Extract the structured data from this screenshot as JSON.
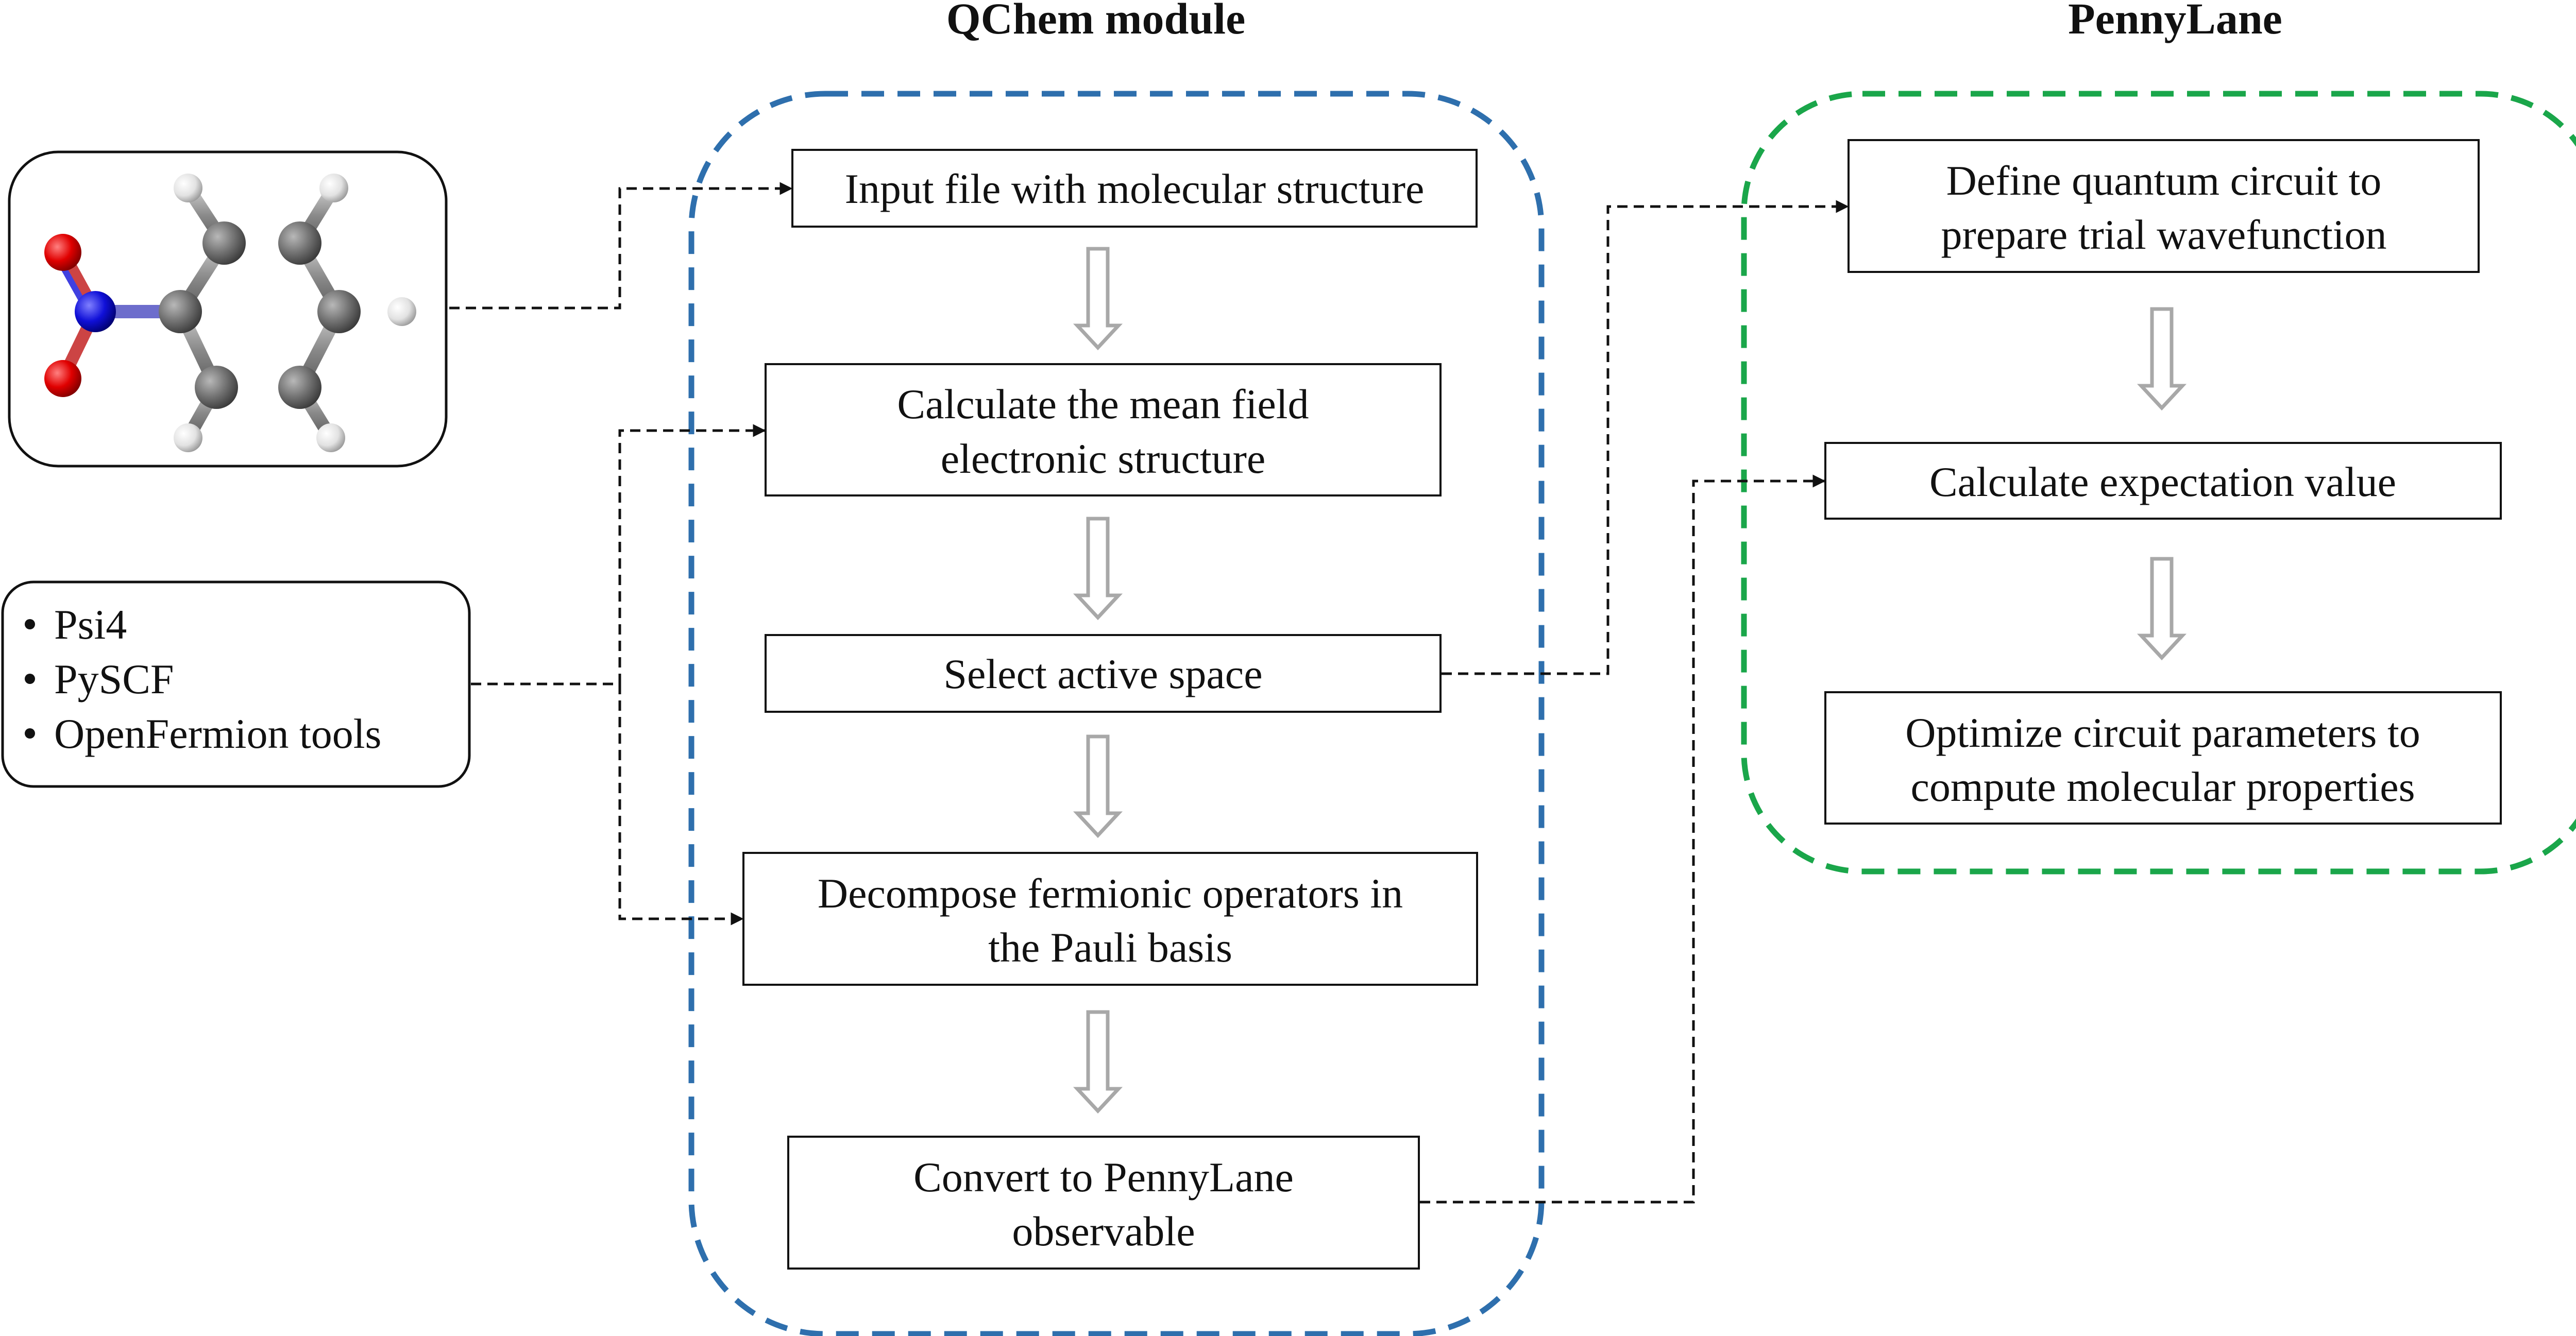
{
  "colors": {
    "qchem_border": "#2e6fad",
    "pennylane_border": "#1aa64a",
    "box_border": "#111111",
    "arrow_outline": "#a8a8a8",
    "connector": "#111111",
    "oxygen": "#e00000",
    "nitrogen": "#1010d8",
    "carbon": "#6b6b6b",
    "hydrogen": "#e2e2e2"
  },
  "titles": {
    "qchem": "QChem module",
    "pennylane": "PennyLane"
  },
  "molecule": {
    "icon": "nitrobenzene-molecule-icon"
  },
  "tools": {
    "items": [
      "Psi4",
      "PySCF",
      "OpenFermion tools"
    ]
  },
  "qchem_steps": [
    {
      "lines": [
        "Input file with molecular structure"
      ]
    },
    {
      "lines": [
        "Calculate the mean field",
        "electronic structure"
      ]
    },
    {
      "lines": [
        "Select active space"
      ]
    },
    {
      "lines": [
        "Decompose fermionic operators in",
        "the Pauli basis"
      ]
    },
    {
      "lines": [
        "Convert to PennyLane",
        "observable"
      ]
    }
  ],
  "pennylane_steps": [
    {
      "lines": [
        "Define quantum circuit to",
        "prepare trial wavefunction"
      ]
    },
    {
      "lines": [
        "Calculate expectation value"
      ]
    },
    {
      "lines": [
        "Optimize circuit parameters to",
        "compute molecular properties"
      ]
    }
  ]
}
